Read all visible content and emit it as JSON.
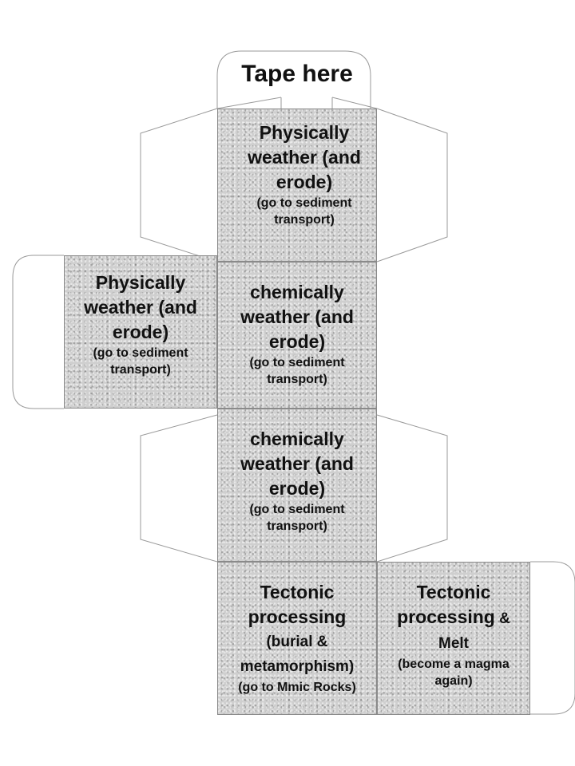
{
  "tape_label": "Tape here",
  "faces": {
    "top": {
      "title_lines": [
        "Physically",
        "weather (and",
        "erode)"
      ],
      "note_lines": [
        "(go to sediment",
        "transport)"
      ]
    },
    "left": {
      "title_lines": [
        "Physically",
        "weather (and",
        "erode)"
      ],
      "note_lines": [
        "(go to sediment",
        "transport)"
      ]
    },
    "center": {
      "title_lines": [
        "chemically",
        "weather (and",
        "erode)"
      ],
      "note_lines": [
        "(go to sediment",
        "transport)"
      ]
    },
    "middle": {
      "title_lines": [
        "chemically",
        "weather (and",
        "erode)"
      ],
      "note_lines": [
        "(go to sediment",
        "transport)"
      ]
    },
    "bottom": {
      "title_lines": [
        "Tectonic",
        "processing"
      ],
      "sub_lines": [
        "(burial &",
        "metamorphism)"
      ],
      "note_lines": [
        "(go to Mmic Rocks)"
      ]
    },
    "right": {
      "title_line_1": "Tectonic",
      "title_line_2_main": "processing",
      "title_line_2_suffix": " &",
      "sub_lines": [
        "Melt"
      ],
      "note_lines": [
        "(become a magma",
        "again)"
      ]
    }
  }
}
